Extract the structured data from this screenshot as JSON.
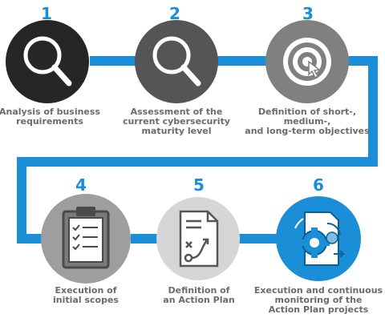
{
  "colors": {
    "accent": "#1a8ed6",
    "label": "#6b6b6b",
    "step1": "#262626",
    "step2": "#555555",
    "step3": "#808080",
    "step4": "#9e9e9e",
    "step5": "#d6d6d6",
    "step6": "#1a8ed6"
  },
  "steps": [
    {
      "number": "1",
      "icon": "magnifier-icon",
      "label": [
        "Analysis of business",
        "requirements"
      ]
    },
    {
      "number": "2",
      "icon": "magnifier-icon",
      "label": [
        "Assessment of the",
        "current cybersecurity",
        "maturity level"
      ]
    },
    {
      "number": "3",
      "icon": "target-icon",
      "label": [
        "Definition of short-,",
        "medium-,",
        "and long-term objectives"
      ]
    },
    {
      "number": "4",
      "icon": "clipboard-checklist-icon",
      "label": [
        "Execution of",
        "initial scopes"
      ]
    },
    {
      "number": "5",
      "icon": "document-plan-icon",
      "label": [
        "Definition of",
        "an Action Plan"
      ]
    },
    {
      "number": "6",
      "icon": "monitoring-gears-icon",
      "label": [
        "Execution and continuous",
        "monitoring of the",
        "Action Plan projects"
      ]
    }
  ]
}
